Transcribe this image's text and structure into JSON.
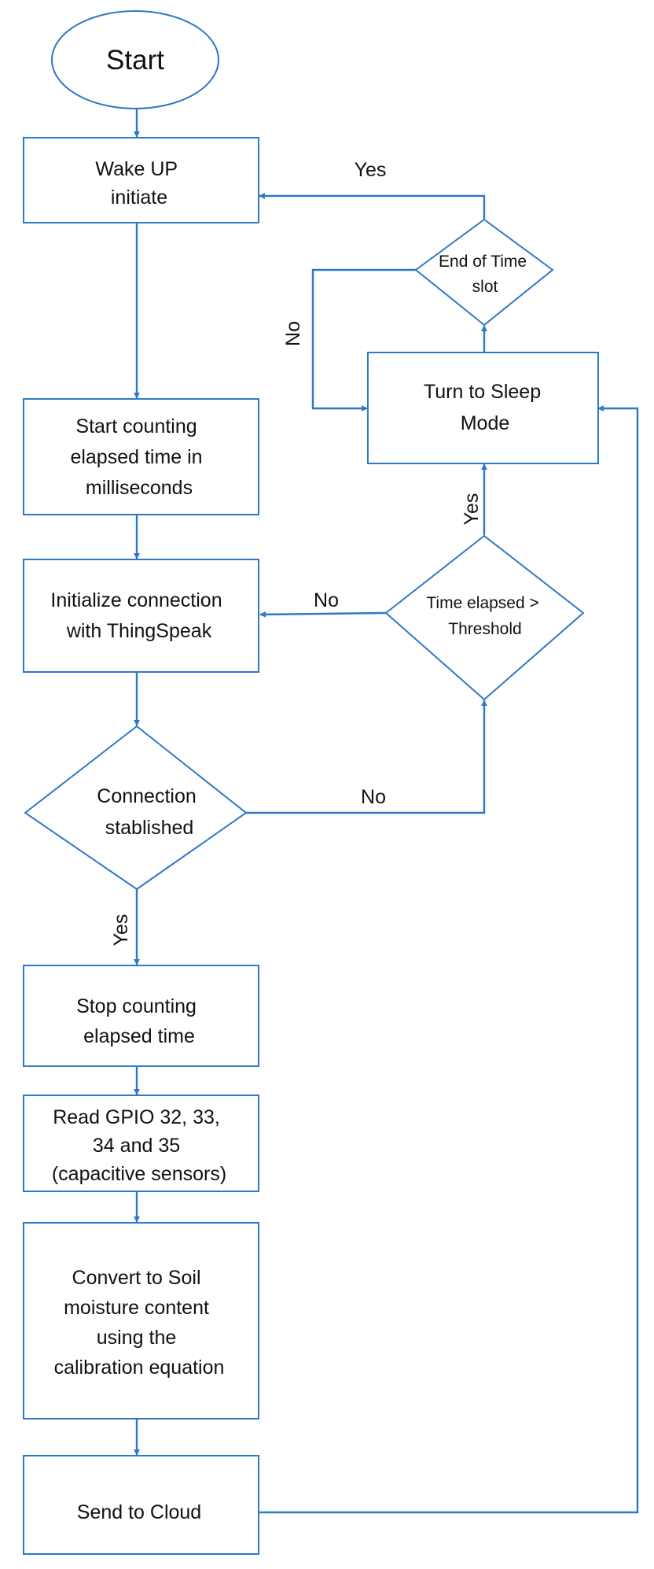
{
  "nodes": {
    "start": "Start",
    "wake": [
      "Wake UP",
      "initiate"
    ],
    "count": [
      "Start counting",
      "elapsed time in",
      "milliseconds"
    ],
    "init": [
      "Initialize connection",
      "with ThingSpeak"
    ],
    "conn": [
      "Connection",
      "stablished"
    ],
    "stop": [
      "Stop counting",
      "elapsed time"
    ],
    "read": [
      "Read GPIO 32, 33,",
      "34 and 35",
      "(capacitive sensors)"
    ],
    "convert": [
      "Convert to Soil",
      "moisture content",
      "using the",
      "calibration equation"
    ],
    "send": "Send to Cloud",
    "sleep": [
      "Turn to Sleep",
      "Mode"
    ],
    "threshold": [
      "Time elapsed >",
      "Threshold"
    ],
    "endslot": [
      "End of Time",
      "slot"
    ]
  },
  "labels": {
    "yes_top": "Yes",
    "no_left": "No",
    "yes_sleep": "Yes",
    "no_init": "No",
    "no_conn": "No",
    "yes_conn": "Yes"
  },
  "colors": {
    "stroke": "#2e78c8",
    "text": "#111111"
  }
}
